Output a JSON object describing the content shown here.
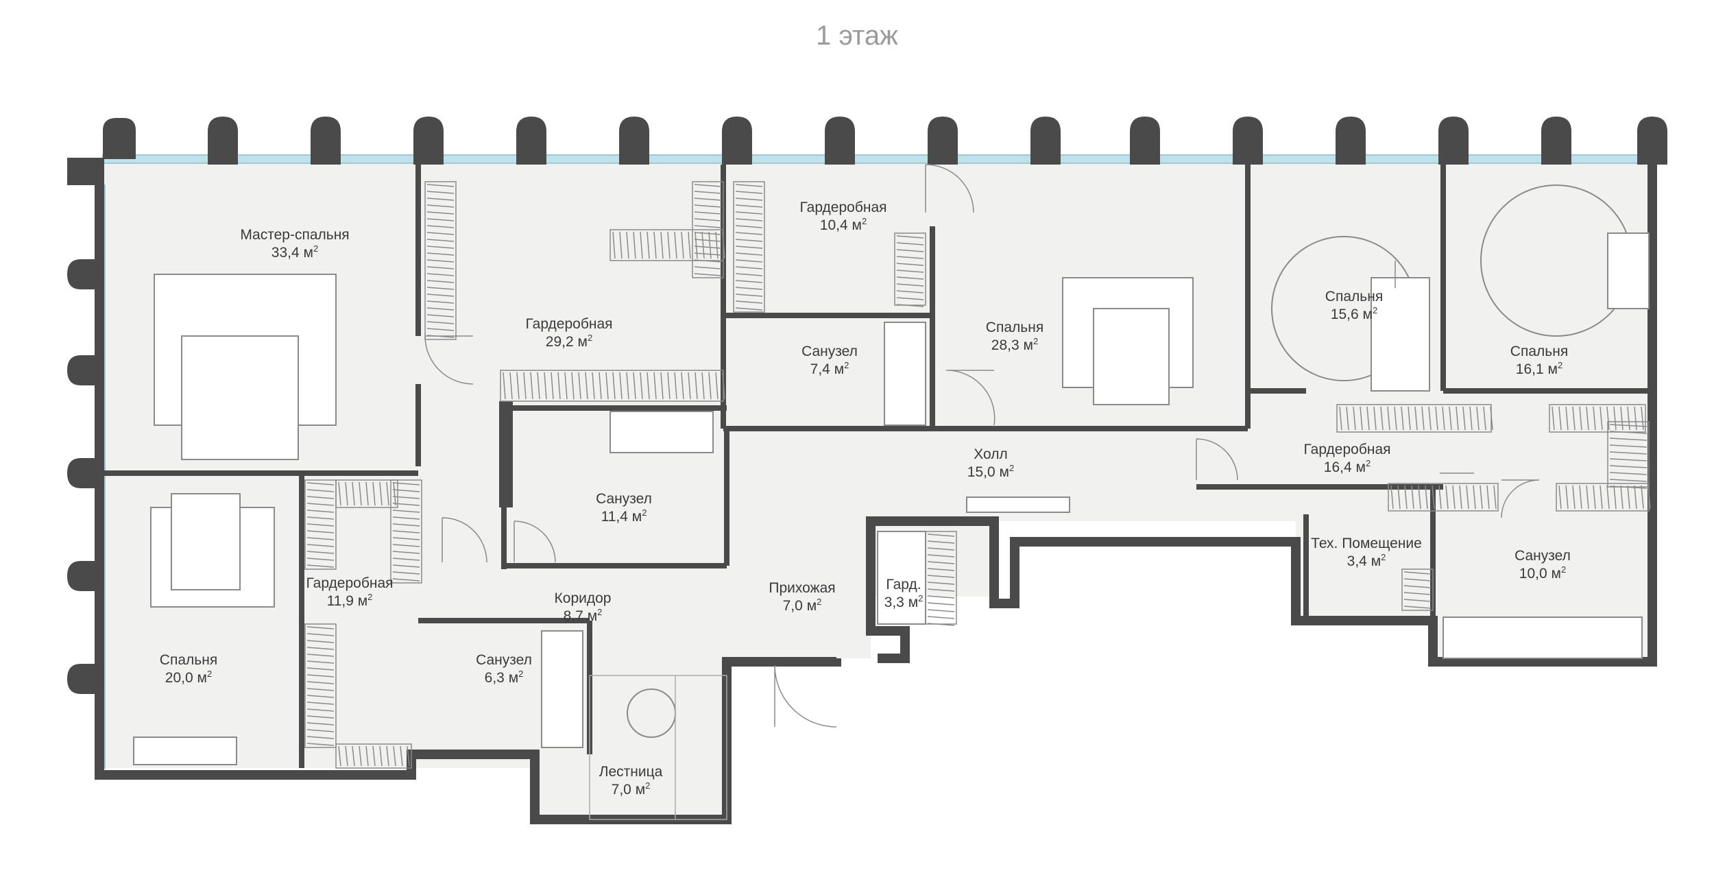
{
  "title": "1 этаж",
  "unit": "м",
  "unit_sup": "2",
  "colors": {
    "wall": "#4a4a4a",
    "floor": "#f1f1f0",
    "window": "#bfe1ea",
    "furniture_line": "#8a8a8a",
    "accent_green": "#6fbf9a"
  },
  "rooms": [
    {
      "id": "master-bedroom",
      "name": "Мастер-спальня",
      "area": "33,4"
    },
    {
      "id": "wardrobe-29",
      "name": "Гардеробная",
      "area": "29,2"
    },
    {
      "id": "wardrobe-10",
      "name": "Гардеробная",
      "area": "10,4"
    },
    {
      "id": "bath-7-4",
      "name": "Санузел",
      "area": "7,4"
    },
    {
      "id": "bedroom-28",
      "name": "Спальня",
      "area": "28,3"
    },
    {
      "id": "bedroom-15",
      "name": "Спальня",
      "area": "15,6"
    },
    {
      "id": "bedroom-16",
      "name": "Спальня",
      "area": "16,1"
    },
    {
      "id": "bath-11",
      "name": "Санузел",
      "area": "11,4"
    },
    {
      "id": "hall",
      "name": "Холл",
      "area": "15,0"
    },
    {
      "id": "wardrobe-16",
      "name": "Гардеробная",
      "area": "16,4"
    },
    {
      "id": "wardrobe-11",
      "name": "Гардеробная",
      "area": "11,9"
    },
    {
      "id": "corridor",
      "name": "Коридор",
      "area": "8,7"
    },
    {
      "id": "entry",
      "name": "Прихожая",
      "area": "7,0"
    },
    {
      "id": "gard",
      "name": "Гард.",
      "area": "3,3"
    },
    {
      "id": "tech",
      "name": "Тех. Помещение",
      "area": "3,4"
    },
    {
      "id": "bath-10",
      "name": "Санузел",
      "area": "10,0"
    },
    {
      "id": "bedroom-20",
      "name": "Спальня",
      "area": "20,0"
    },
    {
      "id": "bath-6",
      "name": "Санузел",
      "area": "6,3"
    },
    {
      "id": "stairs",
      "name": "Лестница",
      "area": "7,0"
    }
  ]
}
